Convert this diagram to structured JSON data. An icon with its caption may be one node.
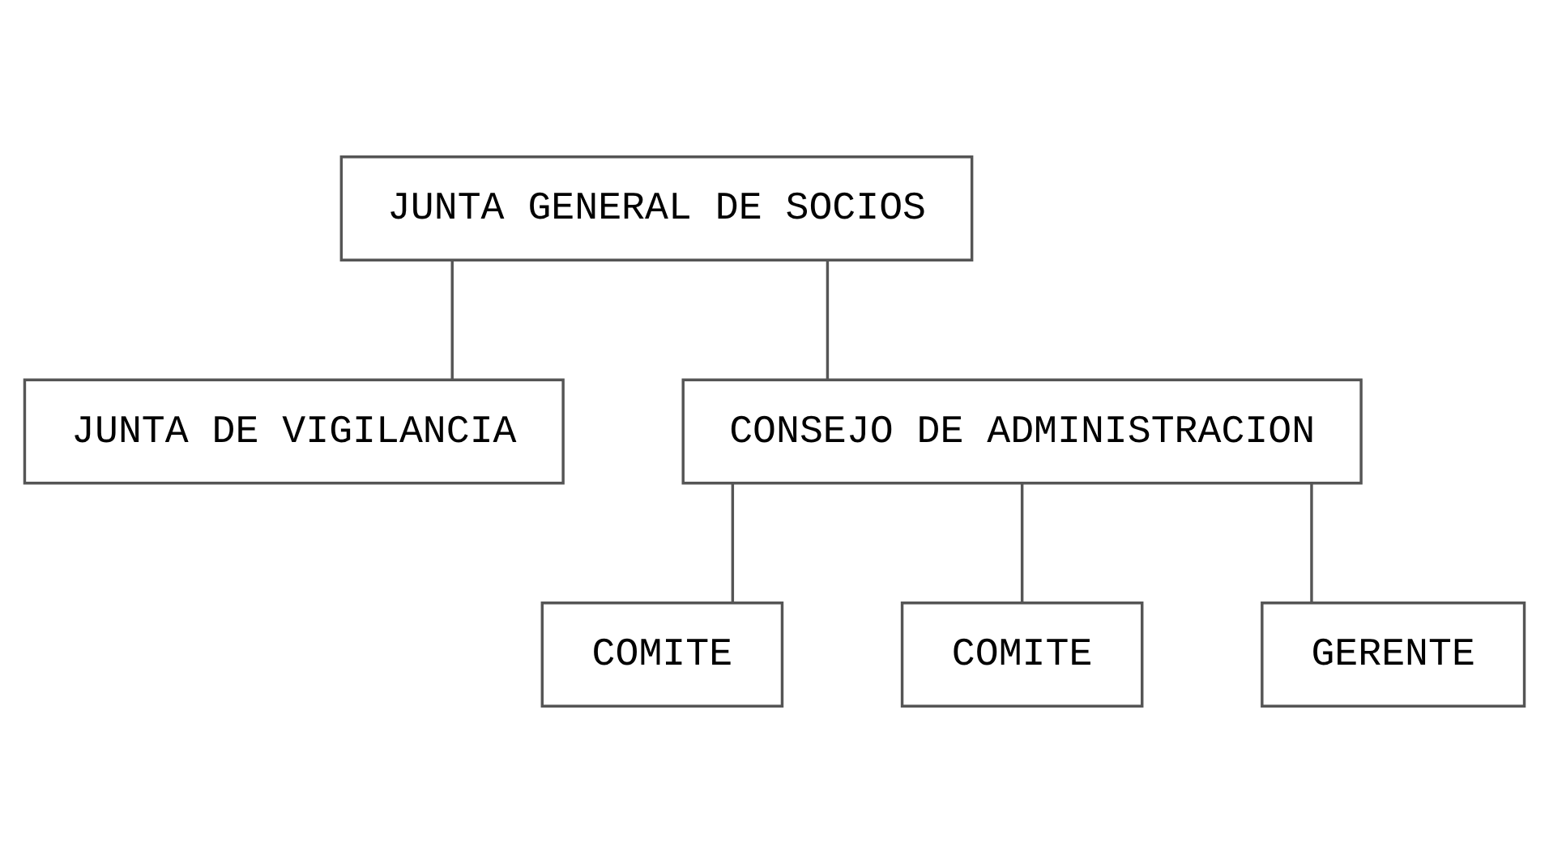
{
  "diagram": {
    "nodes": [
      {
        "text": [
          "JUNTA GENERAL DE SOCIOS"
        ]
      },
      {
        "text": [
          "JUNTA DE VIGILANCIA"
        ]
      },
      {
        "text": [
          "CONSEJO DE ADMINISTRACION"
        ]
      },
      {
        "text": [
          "COMITE"
        ]
      },
      {
        "text": [
          "COMITE"
        ]
      },
      {
        "text": [
          "GERENTE"
        ]
      }
    ],
    "edges": [
      {
        "from": 0,
        "to": 1,
        "arrow": "none"
      },
      {
        "from": 0,
        "to": 2,
        "arrow": "none"
      },
      {
        "from": 2,
        "to": 3,
        "arrow": "none"
      },
      {
        "from": 2,
        "to": 4,
        "arrow": "none"
      },
      {
        "from": 2,
        "to": 5,
        "arrow": "none"
      }
    ]
  }
}
